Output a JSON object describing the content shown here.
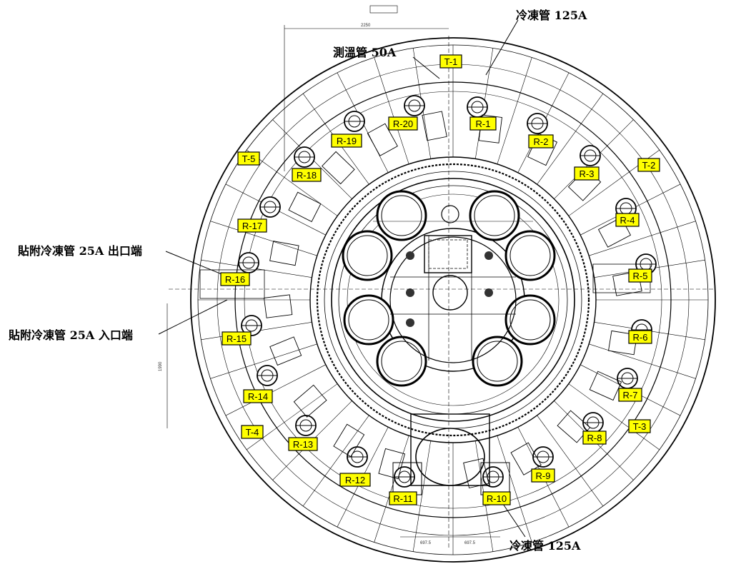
{
  "callouts": {
    "freeze_pipe_top": "冷凍管 125A",
    "temp_pipe": "測溫管 50A",
    "attached_outlet": "貼附冷凍管 25A 出口端",
    "attached_inlet": "貼附冷凍管 25A 入口端",
    "freeze_pipe_bottom": "冷凍管 125A"
  },
  "r_labels": [
    "R-1",
    "R-2",
    "R-3",
    "R-4",
    "R-5",
    "R-6",
    "R-7",
    "R-8",
    "R-9",
    "R-10",
    "R-11",
    "R-12",
    "R-13",
    "R-14",
    "R-15",
    "R-16",
    "R-17",
    "R-18",
    "R-19",
    "R-20"
  ],
  "t_labels": [
    "T-1",
    "T-2",
    "T-3",
    "T-4",
    "T-5"
  ],
  "dims": {
    "top_width": "2250",
    "bottom_left": "697.5",
    "bottom_right": "697.5",
    "left_height": "1990"
  },
  "colors": {
    "tag_fill": "#ffff00",
    "line": "#000000"
  }
}
